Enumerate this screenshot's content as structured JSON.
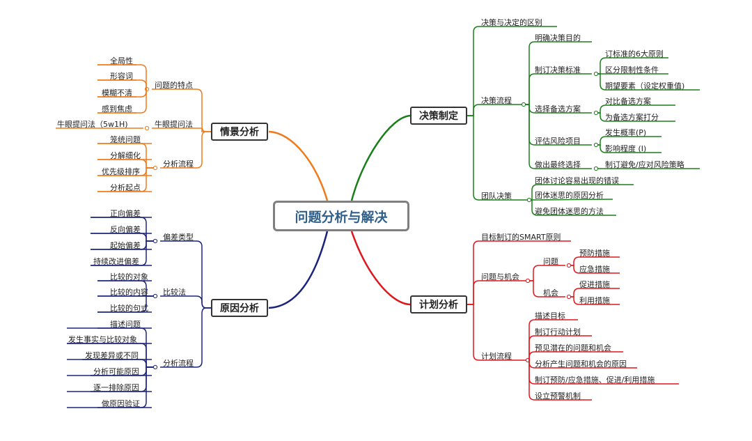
{
  "title": "问题分析与解决",
  "colors": {
    "decision": "#1a7f1a",
    "plan": "#e0161b",
    "situation": "#f07a1a",
    "cause": "#1a237e",
    "root_border": "#7f7f7f",
    "root_text": "#2f5f8a"
  },
  "branches": {
    "situation": {
      "label": "情景分析",
      "features": {
        "label": "问题的特点",
        "items": [
          "全局性",
          "形容词",
          "模糊不清",
          "感到焦虑"
        ]
      },
      "question": {
        "label": "牛眼提问法",
        "item": "牛眼提问法（5w1H)"
      },
      "process": {
        "label": "分析流程",
        "items": [
          "笼统问题",
          "分解细化",
          "优先级排序",
          "分析起点"
        ]
      }
    },
    "cause": {
      "label": "原因分析",
      "deviation": {
        "label": "偏差类型",
        "items": [
          "正向偏差",
          "反向偏差",
          "起始偏差",
          "持续改进偏差"
        ]
      },
      "compare": {
        "label": "比较法",
        "items": [
          "比较的对象",
          "比较的内容",
          "比较的句式"
        ]
      },
      "process": {
        "label": "分析流程",
        "items": [
          "描述问题",
          "发生事实与比较对象",
          "发现差异或不同",
          "分析可能原因",
          "逐一排除原因",
          "做原因验证"
        ]
      }
    },
    "decision": {
      "label": "决策制定",
      "difference": "决策与决定的区别",
      "flow": {
        "label": "决策流程",
        "goal": "明确决策目的",
        "standard": {
          "label": "制订决策标准",
          "items": [
            "订标准的6大原则",
            "区分限制性条件",
            "期望要素（设定权重值)"
          ]
        },
        "options": {
          "label": "选择备选方案",
          "items": [
            "对比备选方案",
            "为备选方案打分"
          ]
        },
        "risk": {
          "label": "评估风险项目",
          "items": [
            "发生概率(P)",
            "影响程度 (I)"
          ]
        },
        "final": {
          "label": "做出最终选择",
          "item": "制订避免/应对风险策略"
        }
      },
      "team": {
        "label": "团队决策",
        "items": [
          "团体讨论容易出现的错误",
          "团体迷思的原因分析",
          "避免团体迷思的方法"
        ]
      }
    },
    "plan": {
      "label": "计划分析",
      "smart": "目标制订的SMART原则",
      "problem_opportunity": {
        "label": "问题与机会",
        "problem": {
          "label": "问题",
          "items": [
            "预防措施",
            "应急措施"
          ]
        },
        "opportunity": {
          "label": "机会",
          "items": [
            "促进措施",
            "利用措施"
          ]
        }
      },
      "flow": {
        "label": "计划流程",
        "items": [
          "描述目标",
          "制订行动计划",
          "预见潜在的问题和机会",
          "分析产生问题和机会的原因",
          "制订预防/应急措施、促进/利用措施",
          "设立预警机制"
        ]
      }
    }
  }
}
